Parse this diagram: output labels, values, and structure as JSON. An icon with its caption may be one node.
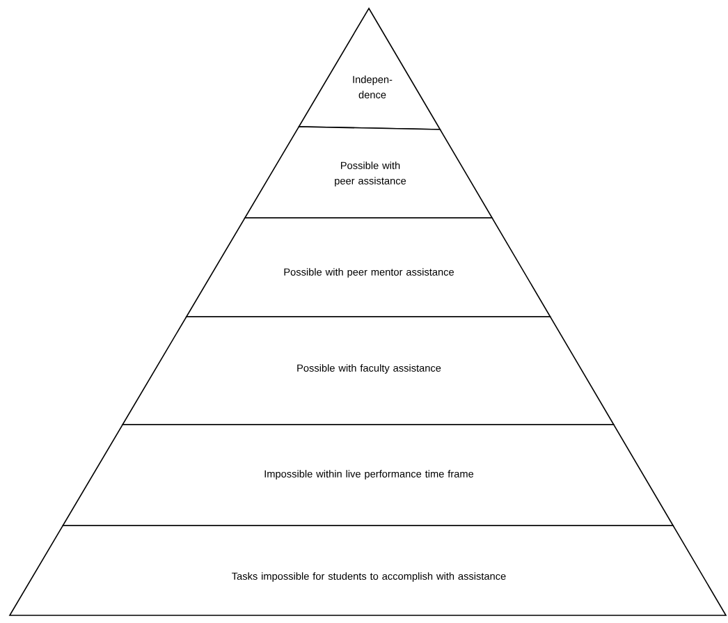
{
  "diagram": {
    "nodes": [
      {
        "text": [
          "Indepen-dence"
        ]
      },
      {
        "text": [
          "Possible with peer assistance"
        ]
      },
      {
        "text": [
          "Possible with peer mentor assistance"
        ]
      },
      {
        "text": [
          "Possible with faculty assistance"
        ]
      },
      {
        "text": [
          "Impossible within live performance time frame"
        ]
      },
      {
        "text": [
          "Tasks impossible for students to accomplish with assistance"
        ]
      }
    ]
  }
}
